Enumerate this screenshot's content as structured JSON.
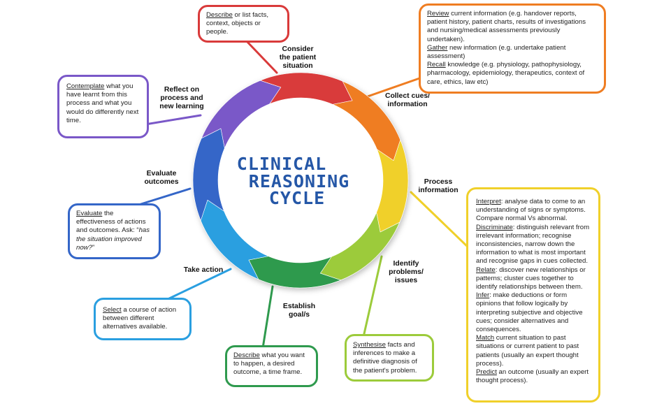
{
  "title": {
    "lines": [
      "CLINICAL",
      "REASONING",
      "CYCLE"
    ]
  },
  "stages": [
    {
      "id": "consider",
      "label": "Consider the patient situation",
      "color": "#d93a3a"
    },
    {
      "id": "collect",
      "label": "Collect cues/ information",
      "color": "#ef7d22"
    },
    {
      "id": "process",
      "label": "Process information",
      "color": "#f0d02a"
    },
    {
      "id": "identify",
      "label": "Identify problems/ issues",
      "color": "#9ccb3b"
    },
    {
      "id": "establish",
      "label": "Establish goal/s",
      "color": "#2f9a4e"
    },
    {
      "id": "action",
      "label": "Take action",
      "color": "#2a9fe0"
    },
    {
      "id": "evaluate",
      "label": "Evaluate outcomes",
      "color": "#3466c8"
    },
    {
      "id": "reflect",
      "label": "Reflect on process and new learning",
      "color": "#7a58c8"
    }
  ],
  "callouts": {
    "consider": {
      "kw": "Describe",
      "text": " or list facts, context, objects or people."
    },
    "collect": {
      "p1_kw": "Review",
      "p1_text": " current information (e.g. handover reports, patient history, patient charts, results of investigations and nursing/medical assessments previously undertaken).",
      "p2_kw": "Gather",
      "p2_text": " new information (e.g. undertake patient assessment)",
      "p3_kw": "Recall",
      "p3_text": " knowledge (e.g. physiology, pathophysiology, pharmacology, epidemiology, therapeutics, context of care, ethics, law etc)"
    },
    "process": {
      "p1_kw": "Interpret",
      "p1_text": ": analyse data to come to an understanding of signs or symptoms. Compare normal Vs abnormal.",
      "p2_kw": "Discriminate",
      "p2_text": ": distinguish relevant from irrelevant information; recognise inconsistencies, narrow down the information to what is most important and recognise gaps in cues collected.",
      "p3_kw": "Relate",
      "p3_text": ": discover new relationships or patterns; cluster cues together to identify relationships between them.",
      "p4_kw": "Infer",
      "p4_text": ": make deductions or form opinions that follow logically by interpreting subjective and objective cues; consider alternatives and consequences.",
      "p5_kw": "Match",
      "p5_text": " current situation to past situations or current patient to past patients (usually an expert thought process).",
      "p6_kw": "Predict",
      "p6_text": " an outcome (usually an expert thought process)."
    },
    "identify": {
      "kw": "Synthesise",
      "text": " facts and inferences to make a definitive diagnosis of the patient's problem."
    },
    "establish": {
      "kw": "Describe",
      "text": " what you want to happen, a desired outcome, a time frame."
    },
    "action": {
      "kw": "Select",
      "text": " a course of action between different alternatives available."
    },
    "evaluate": {
      "kw": "Evaluate",
      "text": " the effectiveness of actions and outcomes. Ask: “",
      "quote": "has the situation improved now?",
      "end": "”"
    },
    "reflect": {
      "kw": "Contemplate",
      "text": " what you have learnt from this process and what you would do differently next time."
    }
  }
}
